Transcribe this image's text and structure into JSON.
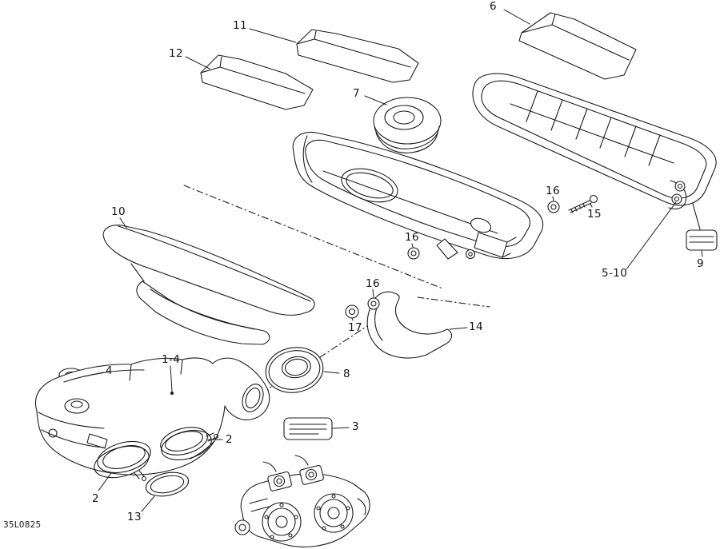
{
  "diagram": {
    "drawing_code": "35L0825",
    "callouts": [
      "6",
      "11",
      "12",
      "7",
      "16",
      "15",
      "16",
      "10",
      "9",
      "5-10",
      "16",
      "17",
      "14",
      "8",
      "4",
      "1-4",
      "3",
      "2",
      "2",
      "13"
    ]
  }
}
